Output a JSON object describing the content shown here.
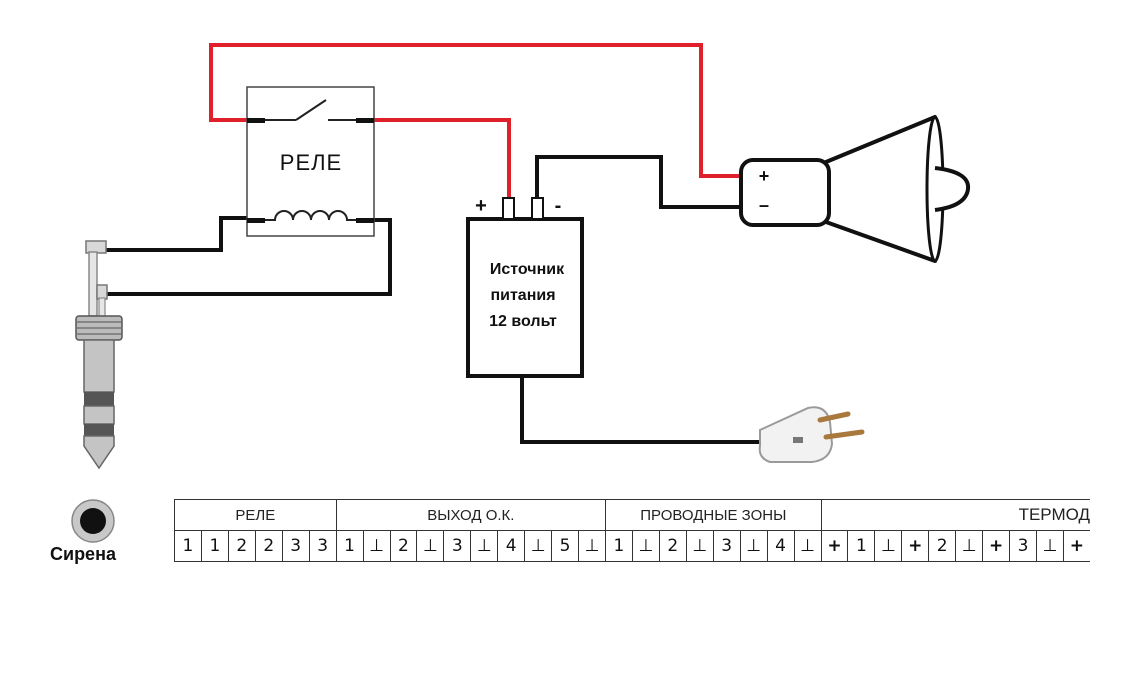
{
  "relay": {
    "label": "РЕЛЕ"
  },
  "power_supply": {
    "line1": "Источник",
    "line2": "питания",
    "line3": "12 вольт",
    "plus": "+",
    "minus": "-"
  },
  "siren": {
    "plus": "+",
    "minus": "–",
    "caption": "Сирена"
  },
  "colors": {
    "red_wire": "#e0202a",
    "black_wire": "#111111"
  },
  "terminal_strip": {
    "groups": [
      {
        "label": "РЕЛЕ",
        "pins": [
          "1",
          "1",
          "2",
          "2",
          "3",
          "3"
        ]
      },
      {
        "label": "ВЫХОД О.К.",
        "pins": [
          "1",
          "⊥",
          "2",
          "⊥",
          "3",
          "⊥",
          "4",
          "⊥",
          "5",
          "⊥"
        ]
      },
      {
        "label": "ПРОВОДНЫЕ ЗОНЫ",
        "pins": [
          "1",
          "⊥",
          "2",
          "⊥",
          "3",
          "⊥",
          "4",
          "⊥"
        ]
      },
      {
        "label": "ТЕРМОД",
        "pins": [
          "+",
          "1",
          "⊥",
          "+",
          "2",
          "⊥",
          "+",
          "3",
          "⊥",
          "+"
        ]
      }
    ]
  }
}
